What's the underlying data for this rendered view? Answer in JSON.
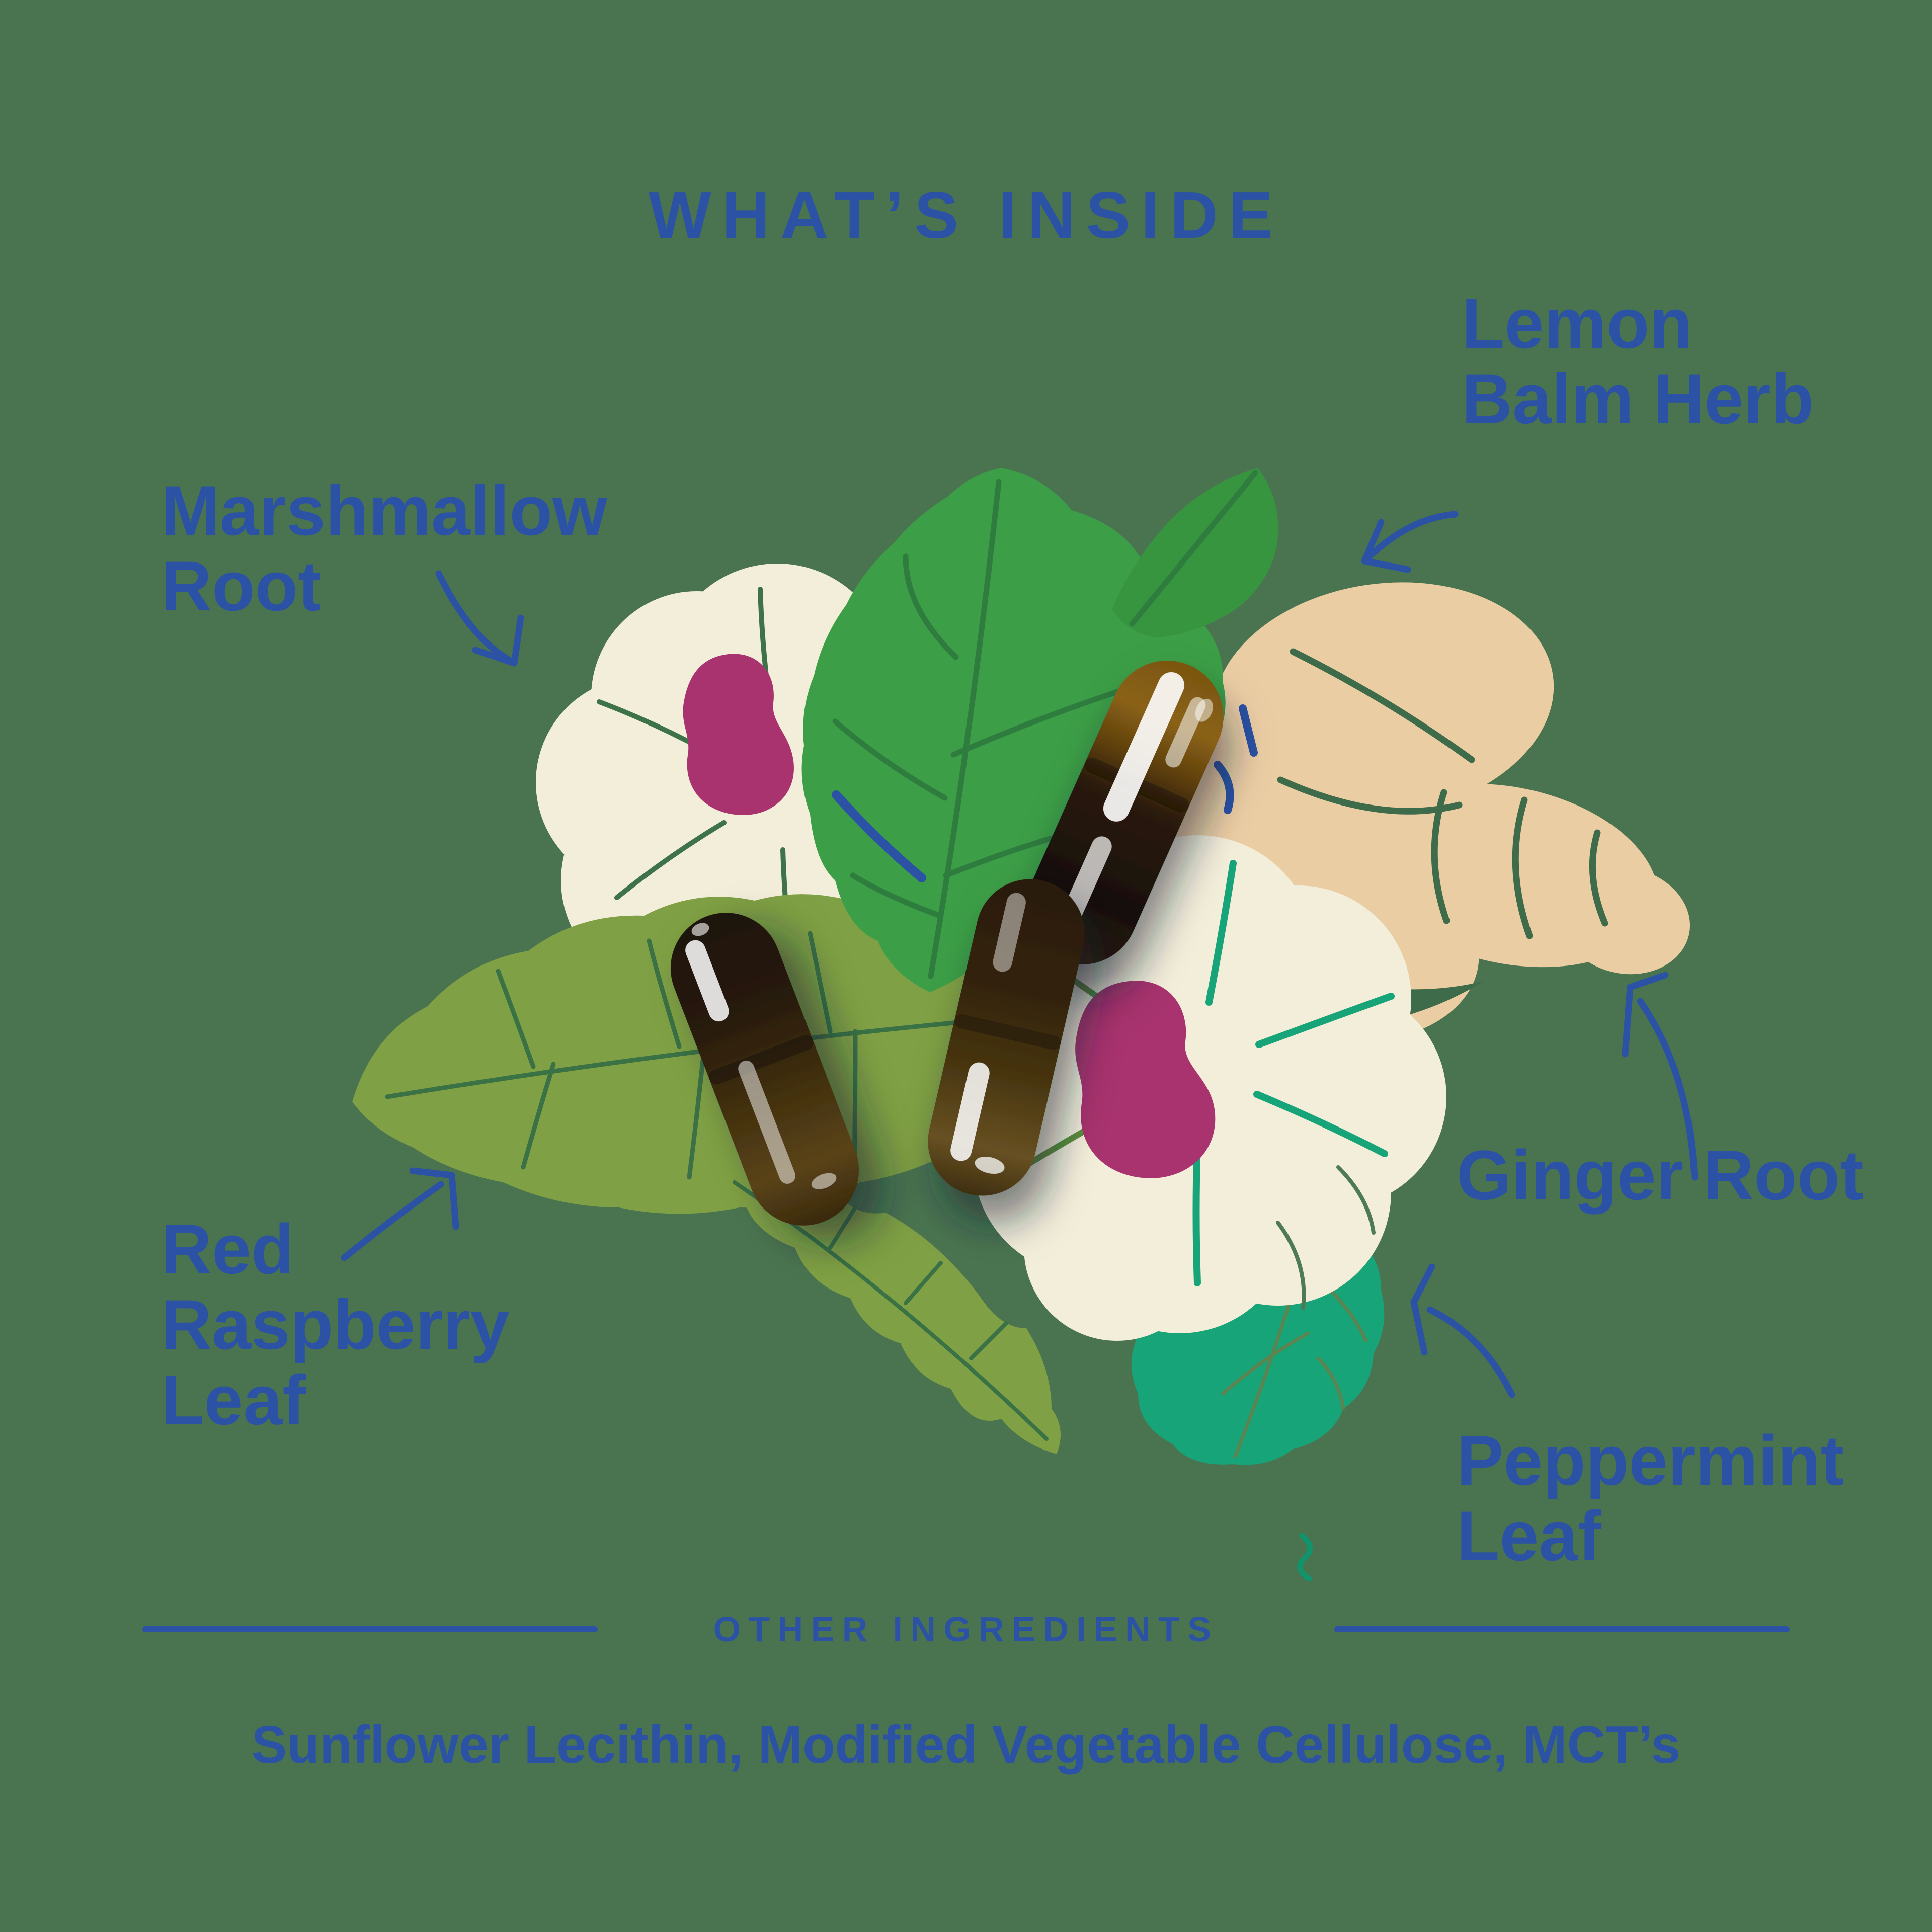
{
  "title": "WHAT’S INSIDE",
  "labels": {
    "marshmallow": {
      "line1": "Marshmallow",
      "line2": "Root"
    },
    "lemon_balm": {
      "line1": "Lemon",
      "line2": "Balm Herb"
    },
    "ginger": {
      "line1": "Ginger Root"
    },
    "red_raspberry": {
      "line1": "Red",
      "line2": "Raspberry",
      "line3": "Leaf"
    },
    "peppermint": {
      "line1": "Peppermint",
      "line2": "Leaf"
    }
  },
  "other_ingredients": {
    "heading": "OTHER INGREDIENTS",
    "list": "Sunflower Lecithin, Modified Vegetable Cellulose, MCT’s"
  },
  "illustration": {
    "capsule_count": 3,
    "elements": [
      "marshmallow-flower",
      "lemon-balm-leaf",
      "ginger-root",
      "red-raspberry-leaf",
      "peppermint-leaf",
      "herbal-capsules"
    ]
  },
  "theme": {
    "background": "#4A7450",
    "text_blue": "#2B52A4",
    "flower_cream": "#F3EEDA",
    "flower_magenta": "#A8336E",
    "lemon_balm_green": "#3C9E47",
    "raspberry_olive": "#7FA044",
    "peppermint_teal": "#17A479",
    "ginger_tan": "#EBCDA4",
    "capsule_brown": "#2E1F0C"
  }
}
